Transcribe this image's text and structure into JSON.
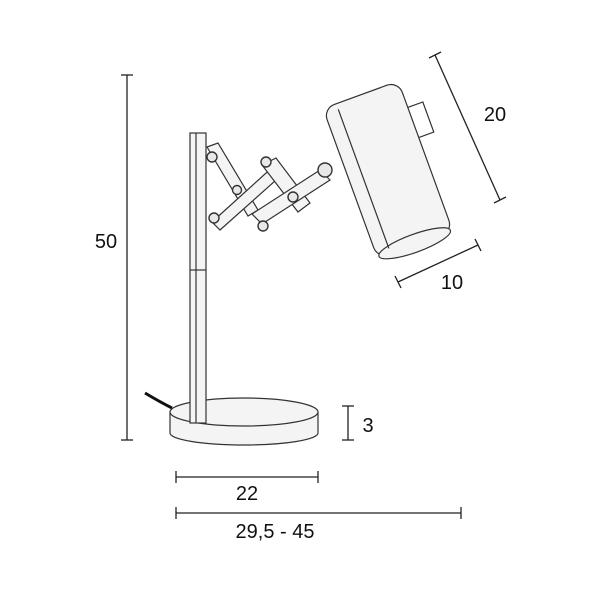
{
  "dimensions": {
    "height": "50",
    "shade_length": "20",
    "shade_diameter": "10",
    "base_height": "3",
    "base_diameter": "22",
    "arm_reach": "29,5 - 45"
  },
  "colors": {
    "line": "#222222",
    "background": "#ffffff"
  }
}
